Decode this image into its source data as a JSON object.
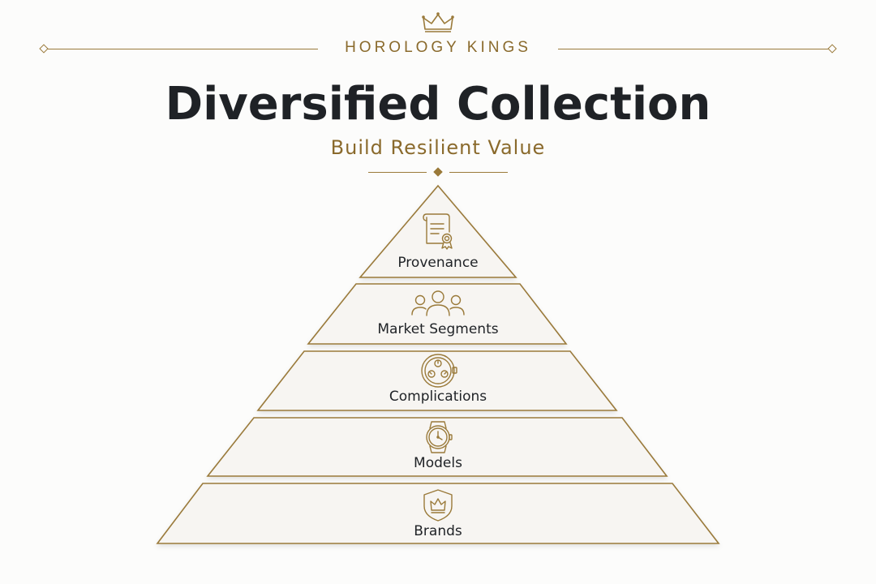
{
  "header": {
    "brand": "HOROLOGY KINGS",
    "title": "Diversified Collection",
    "subtitle": "Build Resilient Value"
  },
  "pyramid": {
    "tiers": [
      {
        "label": "Provenance",
        "icon": "certificate-icon"
      },
      {
        "label": "Market Segments",
        "icon": "people-icon"
      },
      {
        "label": "Complications",
        "icon": "chronograph-icon"
      },
      {
        "label": "Models",
        "icon": "wristwatch-icon"
      },
      {
        "label": "Brands",
        "icon": "crown-shield-icon"
      }
    ]
  },
  "colors": {
    "gold": "#9a7a3a",
    "gold_text": "#8a6a2c",
    "ink": "#1f2226",
    "tier_fill": "#f7f5f2",
    "background": "#fcfcfb"
  }
}
